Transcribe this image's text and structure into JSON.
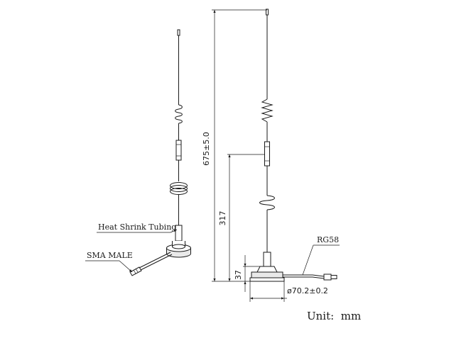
{
  "callouts": {
    "heat_shrink": "Heat Shrink Tubing",
    "sma_male": "SMA MALE",
    "cable": "RG58"
  },
  "dimensions": {
    "total_height": "675±5.0",
    "middle_height": "317",
    "base_height": "37",
    "base_diameter": "ø70.2±0.2"
  },
  "unit": "Unit:  mm"
}
